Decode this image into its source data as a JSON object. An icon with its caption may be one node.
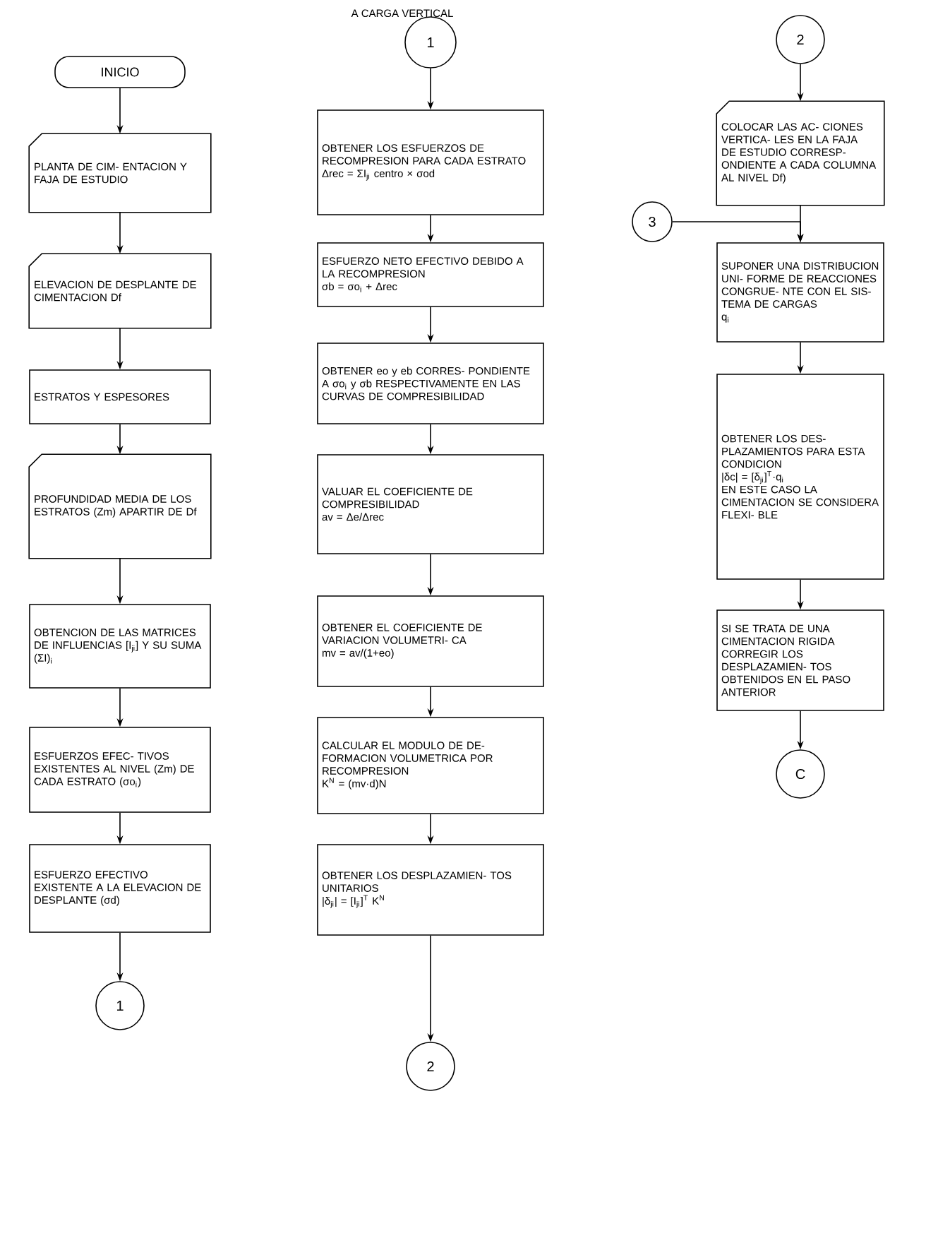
{
  "diagram": {
    "title": "A CARGA VERTICAL",
    "nodes": [
      {
        "text": [
          "INICIO"
        ]
      },
      {
        "text": [
          "PLANTA DE CIM- ENTACION Y FAJA DE ESTUDIO"
        ]
      },
      {
        "text": [
          "ELEVACION DE DESPLANTE DE CIMENTACION Df"
        ]
      },
      {
        "text": [
          "ESTRATOS Y ESPESORES"
        ]
      },
      {
        "text": [
          "PROFUNDIDAD MEDIA DE LOS ESTRATOS (Zm) APARTIR DE Df"
        ]
      },
      {
        "text": [
          "OBTENCION DE LAS MATRICES DE INFLUENCIAS [I$_{ji}$] Y SU SUMA (ΣI)$_{i}$"
        ]
      },
      {
        "text": [
          "ESFUERZOS EFEC- TIVOS EXISTENTES AL NIVEL (Zm) DE CADA ESTRATO (σo$_{i}$)"
        ]
      },
      {
        "text": [
          "ESFUERZO EFECTIVO EXISTENTE A LA ELEVACION DE DESPLANTE (σd)"
        ]
      },
      {
        "text": [
          "1"
        ]
      },
      {
        "text": [
          "1"
        ]
      },
      {
        "text": [
          "OBTENER LOS ESFUERZOS DE RECOMPRESION PARA CADA ESTRATO",
          "Δrec = ΣI$_{ji}$ centro × σod"
        ]
      },
      {
        "text": [
          "ESFUERZO NETO EFECTIVO DEBIDO A LA RECOMPRESION",
          "σb = σo$_{i}$ + Δrec"
        ]
      },
      {
        "text": [
          "OBTENER eo y eb CORRES- PONDIENTE A σo$_{i}$ y σb RESPECTIVAMENTE EN LAS CURVAS DE COMPRESIBILIDAD"
        ]
      },
      {
        "text": [
          "VALUAR EL COEFICIENTE DE COMPRESIBILIDAD",
          "av = Δe/Δrec"
        ]
      },
      {
        "text": [
          "OBTENER EL COEFICIENTE DE VARIACION VOLUMETRI- CA",
          "mv = av/(1+eo)"
        ]
      },
      {
        "text": [
          "CALCULAR EL MODULO DE DE- FORMACION VOLUMETRICA POR RECOMPRESION",
          "K$^{N}$ = (mv·d)N"
        ]
      },
      {
        "text": [
          "OBTENER LOS DESPLAZAMIEN- TOS UNITARIOS",
          "|δ$_{ji}$| = [I$_{ji}$]$^{T}$ K$^{N}$"
        ]
      },
      {
        "text": [
          "2"
        ]
      },
      {
        "text": [
          "2"
        ]
      },
      {
        "text": [
          "COLOCAR LAS AC- CIONES VERTICA- LES EN LA FAJA DE ESTUDIO CORRESP- ONDIENTE A CADA COLUMNA AL NIVEL Df)"
        ]
      },
      {
        "text": [
          "3"
        ]
      },
      {
        "text": [
          "SUPONER UNA DISTRIBUCION UNI- FORME DE REACCIONES CONGRUE- NTE CON EL SIS- TEMA DE CARGAS",
          "q$_{i}$"
        ]
      },
      {
        "text": [
          "OBTENER LOS DES- PLAZAMIENTOS PARA ESTA CONDICION",
          "|δc| = [δ$_{ji}$]$^{T}$·q$_{i}$",
          "EN ESTE CASO LA CIMENTACION SE CONSIDERA FLEXI- BLE"
        ]
      },
      {
        "text": [
          "SI SE TRATA DE UNA CIMENTACION RIGIDA CORREGIR LOS DESPLAZAMIEN- TOS OBTENIDOS EN EL PASO ANTERIOR"
        ]
      },
      {
        "text": [
          "C"
        ]
      }
    ],
    "edges": [
      {
        "from": 0,
        "to": 1,
        "arrow": "to"
      },
      {
        "from": 1,
        "to": 2,
        "arrow": "to"
      },
      {
        "from": 2,
        "to": 3,
        "arrow": "to"
      },
      {
        "from": 3,
        "to": 4,
        "arrow": "to"
      },
      {
        "from": 4,
        "to": 5,
        "arrow": "to"
      },
      {
        "from": 5,
        "to": 6,
        "arrow": "to"
      },
      {
        "from": 6,
        "to": 7,
        "arrow": "to"
      },
      {
        "from": 7,
        "to": 8,
        "arrow": "to"
      },
      {
        "from": 9,
        "to": 10,
        "arrow": "to"
      },
      {
        "from": 10,
        "to": 11,
        "arrow": "to"
      },
      {
        "from": 11,
        "to": 12,
        "arrow": "to"
      },
      {
        "from": 12,
        "to": 13,
        "arrow": "to"
      },
      {
        "from": 13,
        "to": 14,
        "arrow": "to"
      },
      {
        "from": 14,
        "to": 15,
        "arrow": "to"
      },
      {
        "from": 15,
        "to": 16,
        "arrow": "to"
      },
      {
        "from": 16,
        "to": 17,
        "arrow": "to"
      },
      {
        "from": 18,
        "to": 19,
        "arrow": "to"
      },
      {
        "from": 19,
        "to": 21,
        "arrow": "to"
      },
      {
        "from": 20,
        "to": 21,
        "arrow": "to"
      },
      {
        "from": 21,
        "to": 22,
        "arrow": "to"
      },
      {
        "from": 22,
        "to": 23,
        "arrow": "to"
      },
      {
        "from": 23,
        "to": 24,
        "arrow": "to"
      }
    ]
  }
}
